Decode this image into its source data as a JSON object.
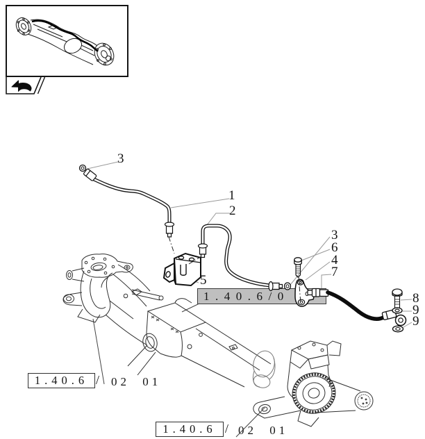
{
  "callouts": [
    {
      "id": "3-top",
      "label": "3"
    },
    {
      "id": "1",
      "label": "1"
    },
    {
      "id": "2",
      "label": "2"
    },
    {
      "id": "3-mid",
      "label": "3"
    },
    {
      "id": "6",
      "label": "6"
    },
    {
      "id": "4",
      "label": "4"
    },
    {
      "id": "7",
      "label": "7"
    },
    {
      "id": "5",
      "label": "5"
    },
    {
      "id": "8",
      "label": "8"
    },
    {
      "id": "9-upper",
      "label": "9"
    },
    {
      "id": "9-lower",
      "label": "9"
    }
  ],
  "references": {
    "highlighted": {
      "text": "1.40.6/0",
      "bg_color": "#bfbfbf"
    },
    "bottom_left": {
      "box_text": "1.40.6",
      "separator": "/",
      "suffix": "02 01"
    },
    "bottom_center": {
      "box_text": "1.40.6",
      "separator": "/",
      "suffix": "02 01"
    }
  },
  "icons": {
    "back_arrow": "return-arrow-icon"
  },
  "colors": {
    "line": "#1a1a1a",
    "thin_line": "#2e2e2e",
    "leader": "#999999",
    "highlight_bg": "#bfbfbf",
    "paper": "#ffffff"
  }
}
